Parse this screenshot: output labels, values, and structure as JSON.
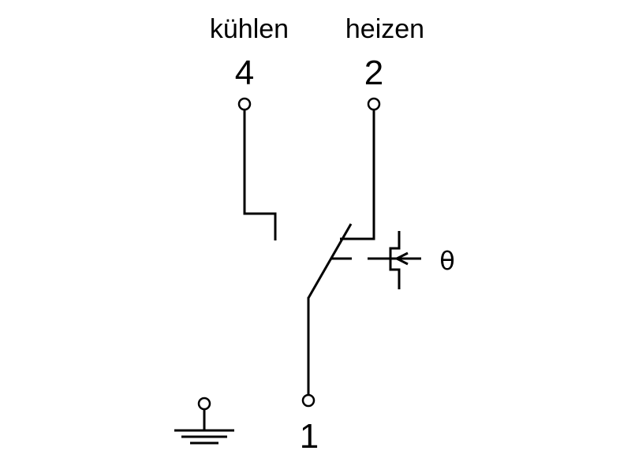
{
  "terminals": {
    "cooling": {
      "label": "kühlen",
      "number": "4"
    },
    "heating": {
      "label": "heizen",
      "number": "2"
    },
    "common": {
      "number": "1"
    }
  },
  "sensor": {
    "symbol": "θ"
  },
  "icons": {
    "ground": "ground-icon",
    "thermal_actuator": "thermal-actuator-icon",
    "switch_contact": "changeover-switch-icon"
  }
}
